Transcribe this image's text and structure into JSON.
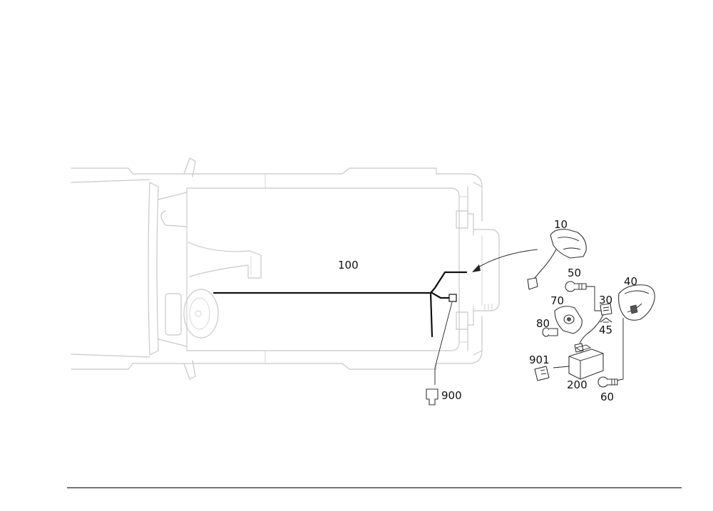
{
  "callouts": {
    "harness_main": "100",
    "connector_900": "900",
    "camera_cover_10": "10",
    "bolt_50": "50",
    "connector_30": "30",
    "housing_40": "40",
    "bracket_70": "70",
    "clip_45": "45",
    "screw_80": "80",
    "control_unit_200": "200",
    "plug_901": "901",
    "bolt_60": "60"
  }
}
